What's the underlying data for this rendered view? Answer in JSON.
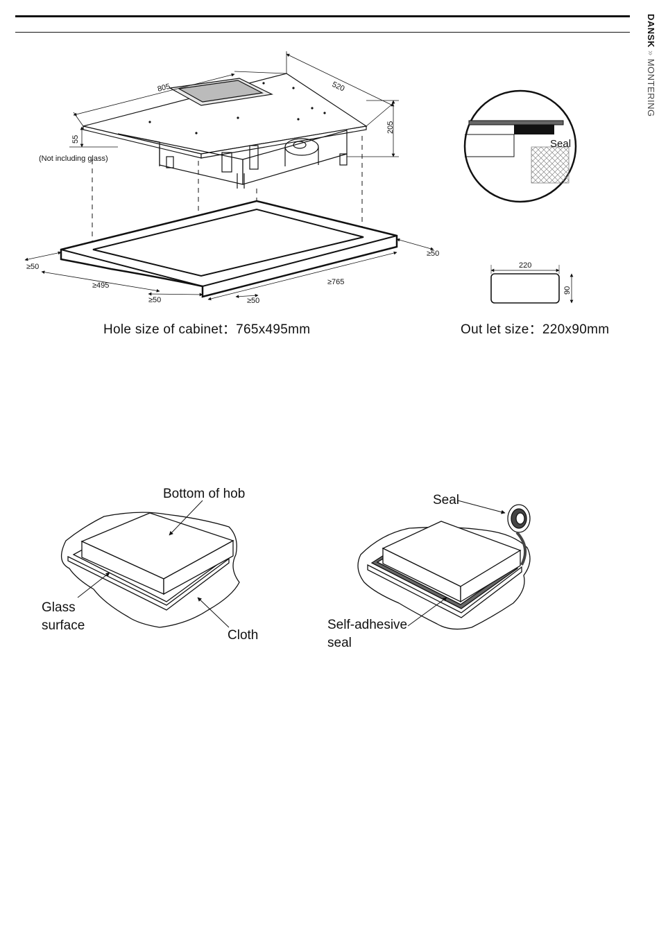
{
  "header": {
    "language": "DANSK",
    "separator": "»",
    "section": "MONTERING"
  },
  "figure_top": {
    "dim_width": "805",
    "dim_depth": "520",
    "dim_height": "205",
    "dim_glass_offset": "55",
    "note_not_including_glass": "(Not including glass)",
    "seal_label": "Seal",
    "clear_left": "≥50",
    "clear_right": "≥50",
    "clear_front_left": "≥50",
    "clear_front_right": "≥50",
    "hole_depth": "≥495",
    "hole_width": "≥765",
    "outlet_width": "220",
    "outlet_height": "90"
  },
  "captions": {
    "hole_size": "Hole size of cabinet：765x495mm",
    "outlet_size": "Out let size：220x90mm"
  },
  "figure_bottom": {
    "bottom_of_hob": "Bottom of hob",
    "glass_surface_1": "Glass",
    "glass_surface_2": "surface",
    "cloth": "Cloth",
    "seal": "Seal",
    "self_adhesive_1": "Self-adhesive",
    "self_adhesive_2": "seal"
  }
}
